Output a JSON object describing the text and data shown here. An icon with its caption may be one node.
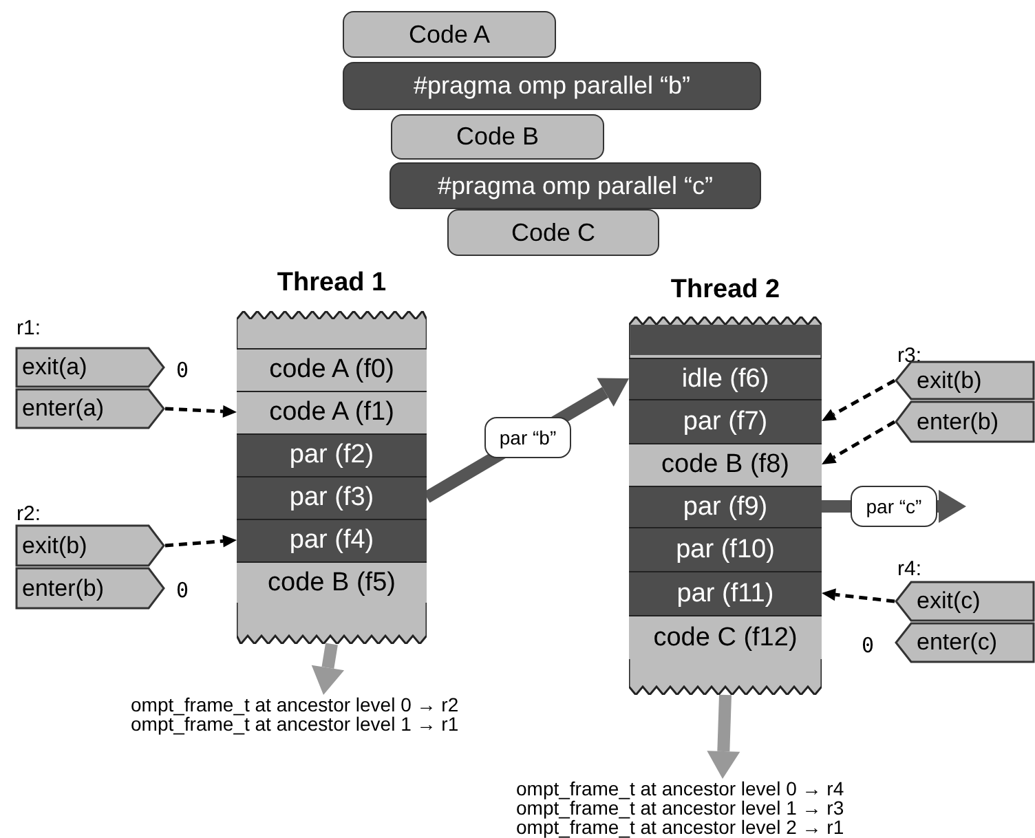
{
  "diagram": {
    "nodes": [
      {
        "text": [
          "Code A"
        ]
      },
      {
        "text": [
          "#pragma omp parallel “b”"
        ]
      },
      {
        "text": [
          "Code B"
        ]
      },
      {
        "text": [
          "#pragma omp parallel “c”"
        ]
      },
      {
        "text": [
          "Code C"
        ]
      },
      {
        "text": [
          "Thread 1"
        ]
      },
      {
        "text": [
          "code A (f0)"
        ],
        "in": 5
      },
      {
        "text": [
          "code A (f1)"
        ],
        "in": 5
      },
      {
        "text": [
          "par (f2)"
        ],
        "in": 5
      },
      {
        "text": [
          "par (f3)"
        ],
        "in": 5
      },
      {
        "text": [
          "par (f4)"
        ],
        "in": 5
      },
      {
        "text": [
          "code B (f5)"
        ],
        "in": 5
      },
      {
        "text": [
          "r1:"
        ]
      },
      {
        "text": [
          "exit(a)"
        ],
        "in": 12,
        "beside": [
          "0"
        ]
      },
      {
        "text": [
          "enter(a)"
        ],
        "in": 12
      },
      {
        "text": [
          "r2:"
        ]
      },
      {
        "text": [
          "exit(b)"
        ],
        "in": 15
      },
      {
        "text": [
          "enter(b)"
        ],
        "in": 15,
        "beside": [
          "0"
        ]
      },
      {
        "text": [
          "Thread 2"
        ]
      },
      {
        "text": [
          "idle (f6)"
        ],
        "in": 18
      },
      {
        "text": [
          "par (f7)"
        ],
        "in": 18
      },
      {
        "text": [
          "code B (f8)"
        ],
        "in": 18
      },
      {
        "text": [
          "par (f9)"
        ],
        "in": 18
      },
      {
        "text": [
          "par (f10)"
        ],
        "in": 18
      },
      {
        "text": [
          "par (f11)"
        ],
        "in": 18
      },
      {
        "text": [
          "code C (f12)"
        ],
        "in": 18
      },
      {
        "text": [
          "r3:"
        ]
      },
      {
        "text": [
          "exit(b)"
        ],
        "in": 26
      },
      {
        "text": [
          "enter(b)"
        ],
        "in": 26
      },
      {
        "text": [
          "r4:"
        ]
      },
      {
        "text": [
          "exit(c)"
        ],
        "in": 29
      },
      {
        "text": [
          "enter(c)"
        ],
        "in": 29,
        "beside": [
          "0"
        ]
      },
      {
        "text": [
          "ompt_frame_t at ancestor level 0 → r2",
          "ompt_frame_t at ancestor level 1 → r1"
        ]
      },
      {
        "text": [
          "ompt_frame_t at ancestor level 0 → r4",
          "ompt_frame_t at ancestor level 1 → r3",
          "ompt_frame_t at ancestor level 2 → r1"
        ]
      }
    ],
    "edges": [
      {
        "from": 14,
        "to": 7,
        "arrow": "to",
        "style": "dashed"
      },
      {
        "from": 16,
        "to": 10,
        "arrow": "to",
        "style": "dashed"
      },
      {
        "from": 9,
        "to": 19,
        "arrow": "to",
        "label": "par “b”",
        "style": "thick",
        "color": "#555555"
      },
      {
        "from": 27,
        "to": 20,
        "arrow": "to",
        "style": "dashed"
      },
      {
        "from": 28,
        "to": 21,
        "arrow": "to",
        "style": "dashed"
      },
      {
        "from": 22,
        "to": null,
        "arrow": "to",
        "label": "par “c”",
        "style": "thick",
        "color": "#555555"
      },
      {
        "from": 30,
        "to": 24,
        "arrow": "to",
        "style": "dashed"
      },
      {
        "from": 5,
        "to": 32,
        "arrow": "to",
        "style": "thick",
        "color": "#999999"
      },
      {
        "from": 18,
        "to": 33,
        "arrow": "to",
        "style": "thick",
        "color": "#999999"
      }
    ]
  }
}
